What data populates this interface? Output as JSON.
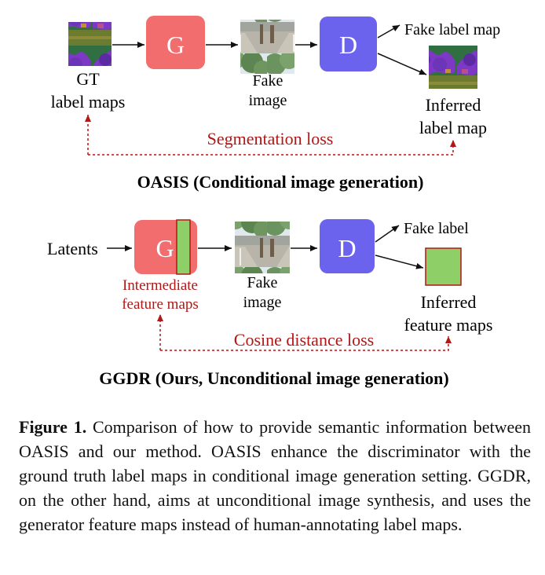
{
  "oasis": {
    "input_label_line1": "GT",
    "input_label_line2": "label maps",
    "generator": "G",
    "generated_label_line1": "Fake",
    "generated_label_line2": "image",
    "discriminator": "D",
    "fake_output": "Fake label map",
    "inferred_line1": "Inferred",
    "inferred_line2": "label map",
    "loss": "Segmentation loss",
    "title": "OASIS (Conditional image generation)"
  },
  "ggdr": {
    "input_label": "Latents",
    "generator": "G",
    "intermediate_line1": "Intermediate",
    "intermediate_line2": "feature maps",
    "generated_label_line1": "Fake",
    "generated_label_line2": "image",
    "discriminator": "D",
    "fake_output": "Fake label",
    "inferred_line1": "Inferred",
    "inferred_line2": "feature maps",
    "loss": "Cosine distance loss",
    "title": "GGDR (Ours, Unconditional image generation)"
  },
  "colors": {
    "generator": "#f26d6d",
    "discriminator": "#6b63ee",
    "feature": "#8ed067",
    "loss": "#b01717"
  },
  "caption": {
    "label": "Figure 1.",
    "text": " Comparison of how to provide semantic information between OASIS and our method. OASIS enhance the discriminator with the ground truth label maps in conditional image generation setting. GGDR, on the other hand, aims at unconditional image synthesis, and uses the generator feature maps instead of human-annotating label maps."
  }
}
